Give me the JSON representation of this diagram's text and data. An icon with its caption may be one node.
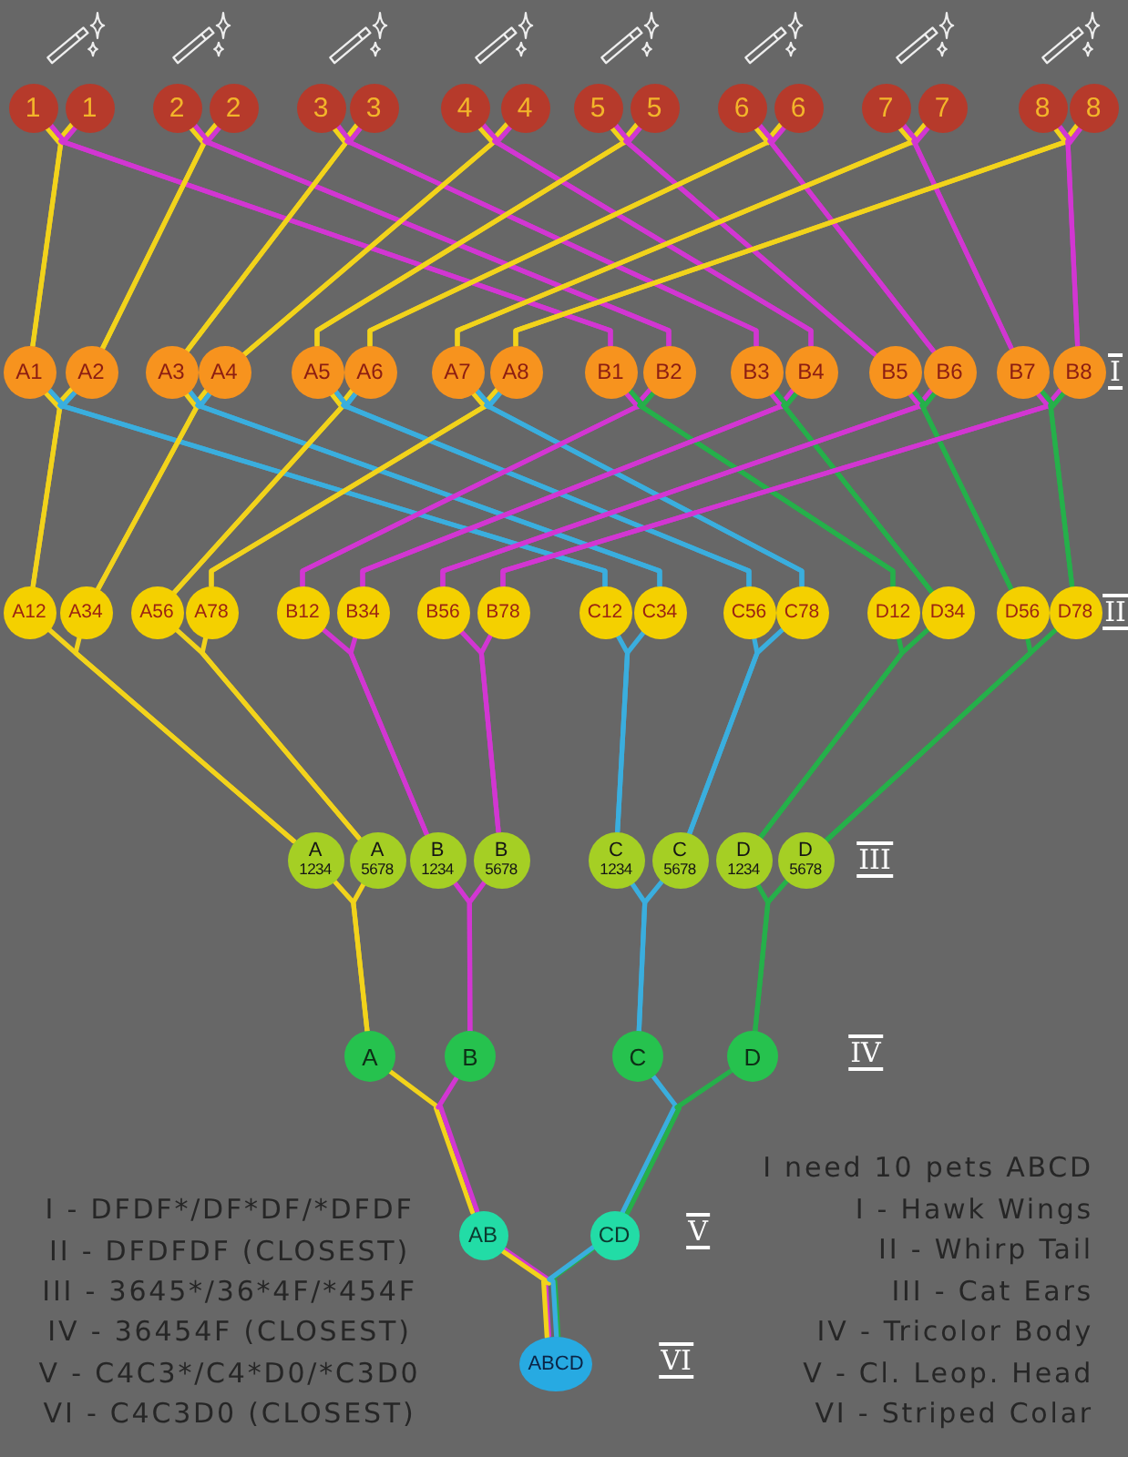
{
  "diagram": {
    "nodes": [
      {
        "text": [
          "1"
        ]
      },
      {
        "text": [
          "1"
        ]
      },
      {
        "text": [
          "2"
        ]
      },
      {
        "text": [
          "2"
        ]
      },
      {
        "text": [
          "3"
        ]
      },
      {
        "text": [
          "3"
        ]
      },
      {
        "text": [
          "4"
        ]
      },
      {
        "text": [
          "4"
        ]
      },
      {
        "text": [
          "5"
        ]
      },
      {
        "text": [
          "5"
        ]
      },
      {
        "text": [
          "6"
        ]
      },
      {
        "text": [
          "6"
        ]
      },
      {
        "text": [
          "7"
        ]
      },
      {
        "text": [
          "7"
        ]
      },
      {
        "text": [
          "8"
        ]
      },
      {
        "text": [
          "8"
        ]
      },
      {
        "text": [
          "A1"
        ]
      },
      {
        "text": [
          "A2"
        ]
      },
      {
        "text": [
          "A3"
        ]
      },
      {
        "text": [
          "A4"
        ]
      },
      {
        "text": [
          "A5"
        ]
      },
      {
        "text": [
          "A6"
        ]
      },
      {
        "text": [
          "A7"
        ]
      },
      {
        "text": [
          "A8"
        ]
      },
      {
        "text": [
          "B1"
        ]
      },
      {
        "text": [
          "B2"
        ]
      },
      {
        "text": [
          "B3"
        ]
      },
      {
        "text": [
          "B4"
        ]
      },
      {
        "text": [
          "B5"
        ]
      },
      {
        "text": [
          "B6"
        ]
      },
      {
        "text": [
          "B7"
        ]
      },
      {
        "text": [
          "B8"
        ]
      },
      {
        "text": [
          "A12"
        ]
      },
      {
        "text": [
          "A34"
        ]
      },
      {
        "text": [
          "A56"
        ]
      },
      {
        "text": [
          "A78"
        ]
      },
      {
        "text": [
          "B12"
        ]
      },
      {
        "text": [
          "B34"
        ]
      },
      {
        "text": [
          "B56"
        ]
      },
      {
        "text": [
          "B78"
        ]
      },
      {
        "text": [
          "C12"
        ]
      },
      {
        "text": [
          "C34"
        ]
      },
      {
        "text": [
          "C56"
        ]
      },
      {
        "text": [
          "C78"
        ]
      },
      {
        "text": [
          "D12"
        ]
      },
      {
        "text": [
          "D34"
        ]
      },
      {
        "text": [
          "D56"
        ]
      },
      {
        "text": [
          "D78"
        ]
      },
      {
        "text": [
          "A",
          "1234"
        ]
      },
      {
        "text": [
          "A",
          "5678"
        ]
      },
      {
        "text": [
          "B",
          "1234"
        ]
      },
      {
        "text": [
          "B",
          "5678"
        ]
      },
      {
        "text": [
          "C",
          "1234"
        ]
      },
      {
        "text": [
          "C",
          "5678"
        ]
      },
      {
        "text": [
          "D",
          "1234"
        ]
      },
      {
        "text": [
          "D",
          "5678"
        ]
      },
      {
        "text": [
          "A"
        ]
      },
      {
        "text": [
          "B"
        ]
      },
      {
        "text": [
          "C"
        ]
      },
      {
        "text": [
          "D"
        ]
      },
      {
        "text": [
          "AB"
        ]
      },
      {
        "text": [
          "CD"
        ]
      },
      {
        "text": [
          "ABCD"
        ]
      }
    ],
    "edges": [
      {
        "from": 0,
        "to": 16,
        "arrow": "none",
        "color": "#f2d31b"
      },
      {
        "from": 1,
        "to": 16,
        "arrow": "none",
        "color": "#f2d31b"
      },
      {
        "from": 0,
        "to": 24,
        "arrow": "none",
        "color": "#d236d2"
      },
      {
        "from": 1,
        "to": 24,
        "arrow": "none",
        "color": "#d236d2"
      },
      {
        "from": 2,
        "to": 17,
        "arrow": "none",
        "color": "#f2d31b"
      },
      {
        "from": 3,
        "to": 17,
        "arrow": "none",
        "color": "#f2d31b"
      },
      {
        "from": 2,
        "to": 25,
        "arrow": "none",
        "color": "#d236d2"
      },
      {
        "from": 3,
        "to": 25,
        "arrow": "none",
        "color": "#d236d2"
      },
      {
        "from": 4,
        "to": 18,
        "arrow": "none",
        "color": "#f2d31b"
      },
      {
        "from": 5,
        "to": 18,
        "arrow": "none",
        "color": "#f2d31b"
      },
      {
        "from": 4,
        "to": 26,
        "arrow": "none",
        "color": "#d236d2"
      },
      {
        "from": 5,
        "to": 26,
        "arrow": "none",
        "color": "#d236d2"
      },
      {
        "from": 6,
        "to": 19,
        "arrow": "none",
        "color": "#f2d31b"
      },
      {
        "from": 7,
        "to": 19,
        "arrow": "none",
        "color": "#f2d31b"
      },
      {
        "from": 6,
        "to": 27,
        "arrow": "none",
        "color": "#d236d2"
      },
      {
        "from": 7,
        "to": 27,
        "arrow": "none",
        "color": "#d236d2"
      },
      {
        "from": 8,
        "to": 20,
        "arrow": "none",
        "color": "#f2d31b"
      },
      {
        "from": 9,
        "to": 20,
        "arrow": "none",
        "color": "#f2d31b"
      },
      {
        "from": 8,
        "to": 28,
        "arrow": "none",
        "color": "#d236d2"
      },
      {
        "from": 9,
        "to": 28,
        "arrow": "none",
        "color": "#d236d2"
      },
      {
        "from": 10,
        "to": 21,
        "arrow": "none",
        "color": "#f2d31b"
      },
      {
        "from": 11,
        "to": 21,
        "arrow": "none",
        "color": "#f2d31b"
      },
      {
        "from": 10,
        "to": 29,
        "arrow": "none",
        "color": "#d236d2"
      },
      {
        "from": 11,
        "to": 29,
        "arrow": "none",
        "color": "#d236d2"
      },
      {
        "from": 12,
        "to": 22,
        "arrow": "none",
        "color": "#f2d31b"
      },
      {
        "from": 13,
        "to": 22,
        "arrow": "none",
        "color": "#f2d31b"
      },
      {
        "from": 12,
        "to": 30,
        "arrow": "none",
        "color": "#d236d2"
      },
      {
        "from": 13,
        "to": 30,
        "arrow": "none",
        "color": "#d236d2"
      },
      {
        "from": 14,
        "to": 23,
        "arrow": "none",
        "color": "#f2d31b"
      },
      {
        "from": 15,
        "to": 23,
        "arrow": "none",
        "color": "#f2d31b"
      },
      {
        "from": 14,
        "to": 31,
        "arrow": "none",
        "color": "#d236d2"
      },
      {
        "from": 15,
        "to": 31,
        "arrow": "none",
        "color": "#d236d2"
      },
      {
        "from": 16,
        "to": 32,
        "arrow": "none",
        "color": "#f2d31b"
      },
      {
        "from": 17,
        "to": 32,
        "arrow": "none",
        "color": "#f2d31b"
      },
      {
        "from": 16,
        "to": 40,
        "arrow": "none",
        "color": "#3aaede"
      },
      {
        "from": 17,
        "to": 40,
        "arrow": "none",
        "color": "#3aaede"
      },
      {
        "from": 18,
        "to": 33,
        "arrow": "none",
        "color": "#f2d31b"
      },
      {
        "from": 19,
        "to": 33,
        "arrow": "none",
        "color": "#f2d31b"
      },
      {
        "from": 18,
        "to": 41,
        "arrow": "none",
        "color": "#3aaede"
      },
      {
        "from": 19,
        "to": 41,
        "arrow": "none",
        "color": "#3aaede"
      },
      {
        "from": 20,
        "to": 34,
        "arrow": "none",
        "color": "#f2d31b"
      },
      {
        "from": 21,
        "to": 34,
        "arrow": "none",
        "color": "#f2d31b"
      },
      {
        "from": 20,
        "to": 42,
        "arrow": "none",
        "color": "#3aaede"
      },
      {
        "from": 21,
        "to": 42,
        "arrow": "none",
        "color": "#3aaede"
      },
      {
        "from": 22,
        "to": 35,
        "arrow": "none",
        "color": "#f2d31b"
      },
      {
        "from": 23,
        "to": 35,
        "arrow": "none",
        "color": "#f2d31b"
      },
      {
        "from": 22,
        "to": 43,
        "arrow": "none",
        "color": "#3aaede"
      },
      {
        "from": 23,
        "to": 43,
        "arrow": "none",
        "color": "#3aaede"
      },
      {
        "from": 24,
        "to": 36,
        "arrow": "none",
        "color": "#d236d2"
      },
      {
        "from": 25,
        "to": 36,
        "arrow": "none",
        "color": "#d236d2"
      },
      {
        "from": 24,
        "to": 44,
        "arrow": "none",
        "color": "#25b04a"
      },
      {
        "from": 25,
        "to": 44,
        "arrow": "none",
        "color": "#25b04a"
      },
      {
        "from": 26,
        "to": 37,
        "arrow": "none",
        "color": "#d236d2"
      },
      {
        "from": 27,
        "to": 37,
        "arrow": "none",
        "color": "#d236d2"
      },
      {
        "from": 26,
        "to": 45,
        "arrow": "none",
        "color": "#25b04a"
      },
      {
        "from": 27,
        "to": 45,
        "arrow": "none",
        "color": "#25b04a"
      },
      {
        "from": 28,
        "to": 38,
        "arrow": "none",
        "color": "#d236d2"
      },
      {
        "from": 29,
        "to": 38,
        "arrow": "none",
        "color": "#d236d2"
      },
      {
        "from": 28,
        "to": 46,
        "arrow": "none",
        "color": "#25b04a"
      },
      {
        "from": 29,
        "to": 46,
        "arrow": "none",
        "color": "#25b04a"
      },
      {
        "from": 30,
        "to": 39,
        "arrow": "none",
        "color": "#d236d2"
      },
      {
        "from": 31,
        "to": 39,
        "arrow": "none",
        "color": "#d236d2"
      },
      {
        "from": 30,
        "to": 47,
        "arrow": "none",
        "color": "#25b04a"
      },
      {
        "from": 31,
        "to": 47,
        "arrow": "none",
        "color": "#25b04a"
      },
      {
        "from": 32,
        "to": 48,
        "arrow": "none",
        "color": "#f2d31b"
      },
      {
        "from": 33,
        "to": 48,
        "arrow": "none",
        "color": "#f2d31b"
      },
      {
        "from": 34,
        "to": 49,
        "arrow": "none",
        "color": "#f2d31b"
      },
      {
        "from": 35,
        "to": 49,
        "arrow": "none",
        "color": "#f2d31b"
      },
      {
        "from": 36,
        "to": 50,
        "arrow": "none",
        "color": "#d236d2"
      },
      {
        "from": 37,
        "to": 50,
        "arrow": "none",
        "color": "#d236d2"
      },
      {
        "from": 38,
        "to": 51,
        "arrow": "none",
        "color": "#d236d2"
      },
      {
        "from": 39,
        "to": 51,
        "arrow": "none",
        "color": "#d236d2"
      },
      {
        "from": 40,
        "to": 52,
        "arrow": "none",
        "color": "#3aaede"
      },
      {
        "from": 41,
        "to": 52,
        "arrow": "none",
        "color": "#3aaede"
      },
      {
        "from": 42,
        "to": 53,
        "arrow": "none",
        "color": "#3aaede"
      },
      {
        "from": 43,
        "to": 53,
        "arrow": "none",
        "color": "#3aaede"
      },
      {
        "from": 44,
        "to": 54,
        "arrow": "none",
        "color": "#25b04a"
      },
      {
        "from": 45,
        "to": 54,
        "arrow": "none",
        "color": "#25b04a"
      },
      {
        "from": 46,
        "to": 55,
        "arrow": "none",
        "color": "#25b04a"
      },
      {
        "from": 47,
        "to": 55,
        "arrow": "none",
        "color": "#25b04a"
      },
      {
        "from": 48,
        "to": 56,
        "arrow": "none",
        "color": "#f2d31b"
      },
      {
        "from": 49,
        "to": 56,
        "arrow": "none",
        "color": "#f2d31b"
      },
      {
        "from": 50,
        "to": 57,
        "arrow": "none",
        "color": "#d236d2"
      },
      {
        "from": 51,
        "to": 57,
        "arrow": "none",
        "color": "#d236d2"
      },
      {
        "from": 52,
        "to": 58,
        "arrow": "none",
        "color": "#3aaede"
      },
      {
        "from": 53,
        "to": 58,
        "arrow": "none",
        "color": "#3aaede"
      },
      {
        "from": 54,
        "to": 59,
        "arrow": "none",
        "color": "#25b04a"
      },
      {
        "from": 55,
        "to": 59,
        "arrow": "none",
        "color": "#25b04a"
      },
      {
        "from": 56,
        "to": 60,
        "arrow": "none",
        "color": "#f2d31b"
      },
      {
        "from": 57,
        "to": 60,
        "arrow": "none",
        "color": "#d236d2"
      },
      {
        "from": 58,
        "to": 61,
        "arrow": "none",
        "color": "#3aaede"
      },
      {
        "from": 59,
        "to": 61,
        "arrow": "none",
        "color": "#25b04a"
      },
      {
        "from": 60,
        "to": 62,
        "arrow": "none",
        "color": "#f2d31b"
      },
      {
        "from": 61,
        "to": 62,
        "arrow": "none",
        "color": "#3aaede"
      }
    ],
    "labels": [
      "I",
      "II",
      "III",
      "IV",
      "V",
      "VI",
      "I - DFDF*/DF*DF/*DFDF",
      "II - DFDFDF (CLOSEST)",
      "III - 3645*/36*4F/*454F",
      "IV - 36454F (CLOSEST)",
      "V - C4C3*/C4*D0/*C3D0",
      "VI - C4C3D0 (CLOSEST)",
      "I need 10 pets ABCD",
      "I - Hawk Wings",
      "II - Whirp Tail",
      "III - Cat Ears",
      "IV - Tricolor Body",
      "V - Cl. Leop. Head",
      "VI - Striped Colar"
    ]
  }
}
